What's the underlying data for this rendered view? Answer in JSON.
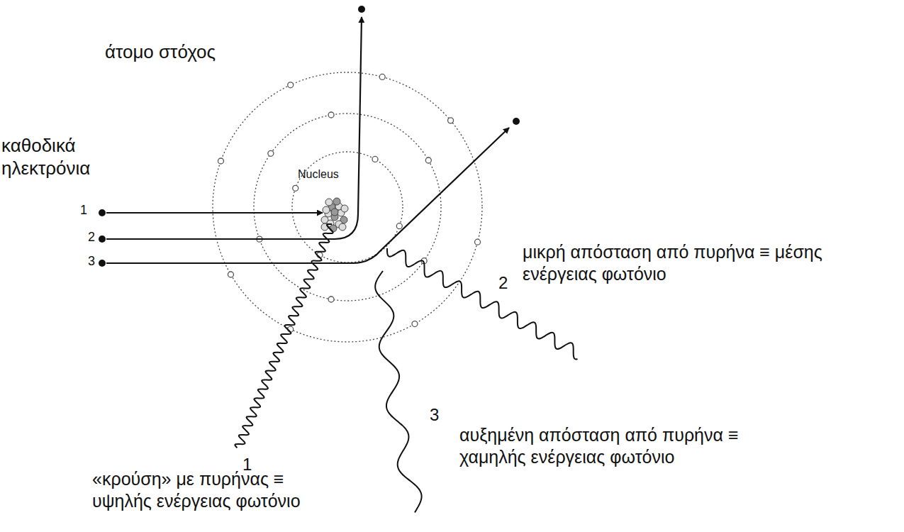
{
  "diagram": {
    "labels": [
      "άτομο στόχος",
      "καθοδικά ηλεκτρόνια",
      "1",
      "2",
      "3",
      "Nucleus",
      "μικρή απόσταση από πυρήνα ≡ μέσης ενέργειας φωτόνιο",
      "2",
      "3",
      "αυξημένη απόσταση από πυρήνα ≡ χαμηλής ενέργειας φωτόνιο",
      "1",
      "«κρούση» με πυρήνας ≡ υψηλής ενέργειας φωτόνιο"
    ]
  }
}
